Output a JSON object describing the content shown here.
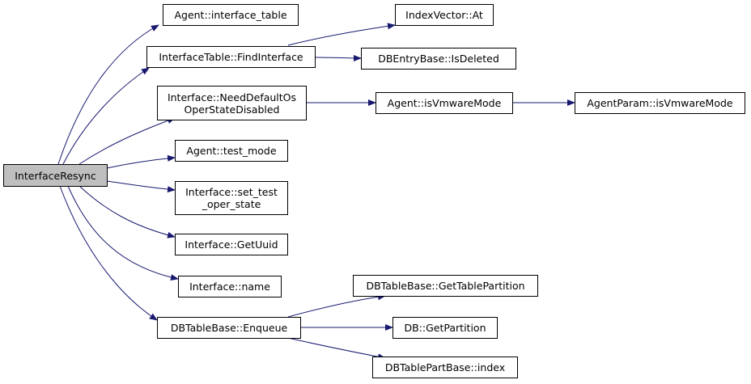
{
  "colors": {
    "edge": "#191970",
    "root_fill": "#bfbfbf",
    "node_fill": "#ffffff",
    "border": "#000000"
  },
  "nodes": {
    "interface_resync": "InterfaceResync",
    "agent_interface_table": "Agent::interface_table",
    "interface_table_find_interface": "InterfaceTable::FindInterface",
    "interface_need_default_os_line1": "Interface::NeedDefaultOs",
    "interface_need_default_os_line2": "OperStateDisabled",
    "agent_test_mode": "Agent::test_mode",
    "interface_set_test_oper_state_line1": "Interface::set_test",
    "interface_set_test_oper_state_line2": "_oper_state",
    "interface_get_uuid": "Interface::GetUuid",
    "interface_name": "Interface::name",
    "db_table_base_enqueue": "DBTableBase::Enqueue",
    "index_vector_at": "IndexVector::At",
    "db_entry_base_is_deleted": "DBEntryBase::IsDeleted",
    "agent_is_vmware_mode": "Agent::isVmwareMode",
    "agent_param_is_vmware_mode": "AgentParam::isVmwareMode",
    "db_table_base_get_table_partition": "DBTableBase::GetTablePartition",
    "db_get_partition": "DB::GetPartition",
    "db_table_part_base_index": "DBTablePartBase::index"
  }
}
